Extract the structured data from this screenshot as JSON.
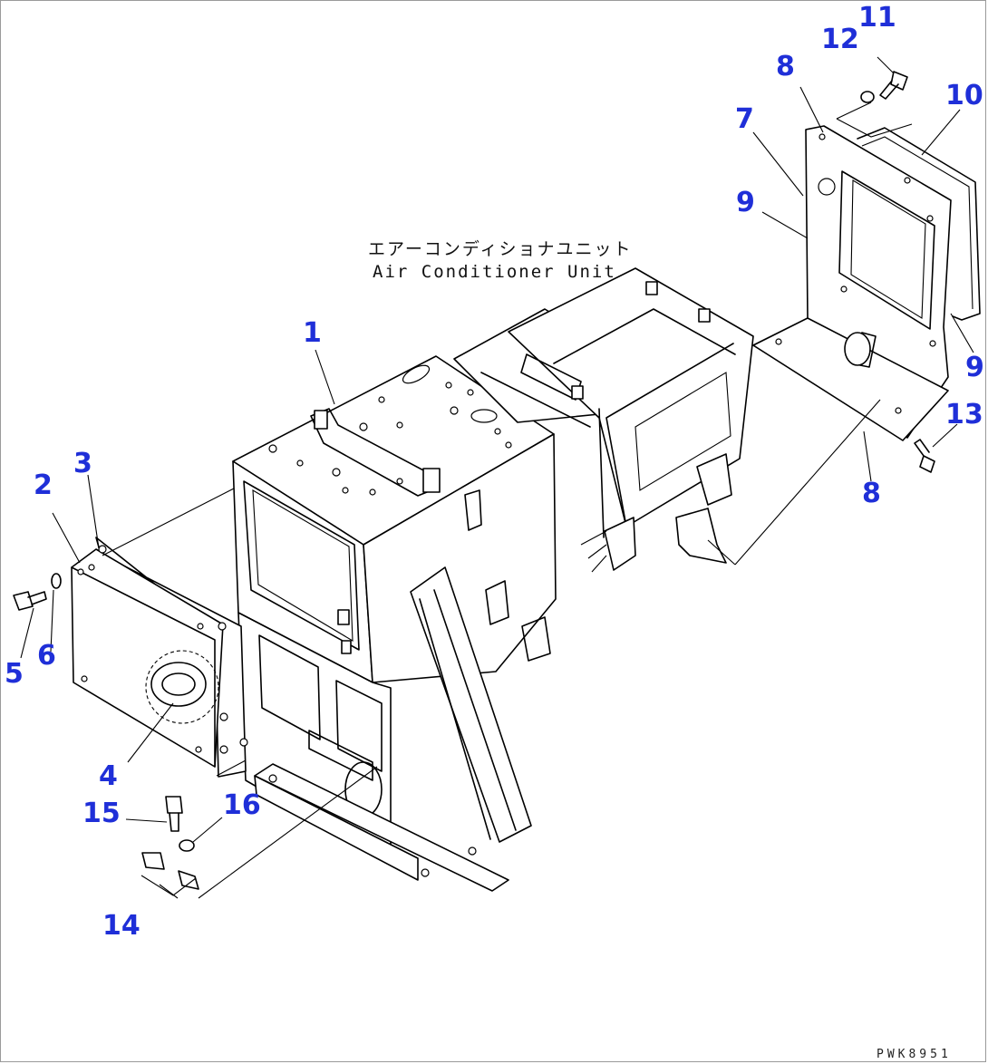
{
  "caption": {
    "jp": "エアーコンディショナユニット",
    "en": "Air Conditioner Unit"
  },
  "drawing_code": "PWK8951",
  "accent_color": "#1f2fd8",
  "labels": {
    "l1": "1",
    "l2": "2",
    "l3": "3",
    "l4": "4",
    "l5": "5",
    "l6": "6",
    "l7": "7",
    "l8a": "8",
    "l8b": "8",
    "l9a": "9",
    "l9b": "9",
    "l10": "10",
    "l11": "11",
    "l12": "12",
    "l13": "13",
    "l14": "14",
    "l15": "15",
    "l16": "16"
  }
}
